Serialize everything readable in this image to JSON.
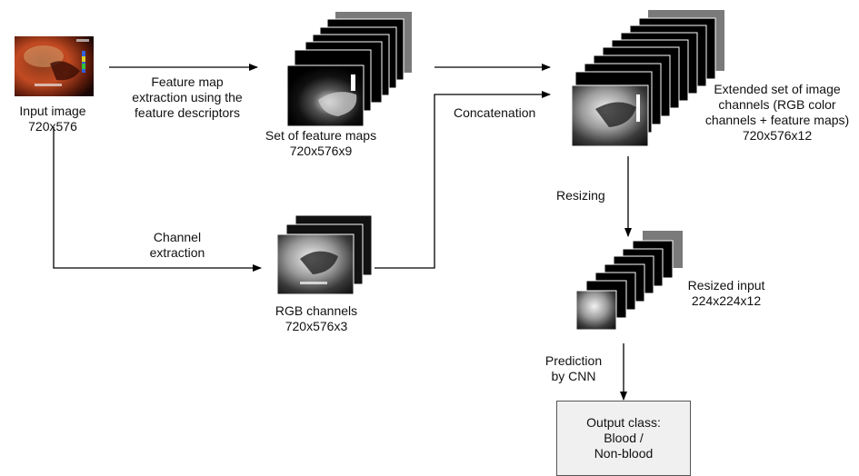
{
  "input": {
    "title": "Input image",
    "size": "720x576"
  },
  "step_feature": {
    "line1": "Feature map",
    "line2": "extraction using the",
    "line3": "feature descriptors"
  },
  "feature_maps": {
    "title": "Set of feature maps",
    "size": "720x576x9"
  },
  "step_channel": {
    "line1": "Channel",
    "line2": "extraction"
  },
  "rgb": {
    "title": "RGB channels",
    "size": "720x576x3"
  },
  "step_concat": {
    "label": "Concatenation"
  },
  "extended": {
    "line1": "Extended set of image",
    "line2": "channels (RGB color",
    "line3": "channels + feature maps)",
    "size": "720x576x12"
  },
  "step_resize": {
    "label": "Resizing"
  },
  "resized": {
    "title": "Resized input",
    "size": "224x224x12"
  },
  "step_predict": {
    "line1": "Prediction",
    "line2": "by CNN"
  },
  "output": {
    "line1": "Output class:",
    "line2": "Blood /",
    "line3": "Non-blood"
  },
  "colors": {
    "arrow": "#000000",
    "gray_map": "#7a7a7a",
    "box_fill": "#f0f0f0",
    "box_border": "#555555"
  }
}
